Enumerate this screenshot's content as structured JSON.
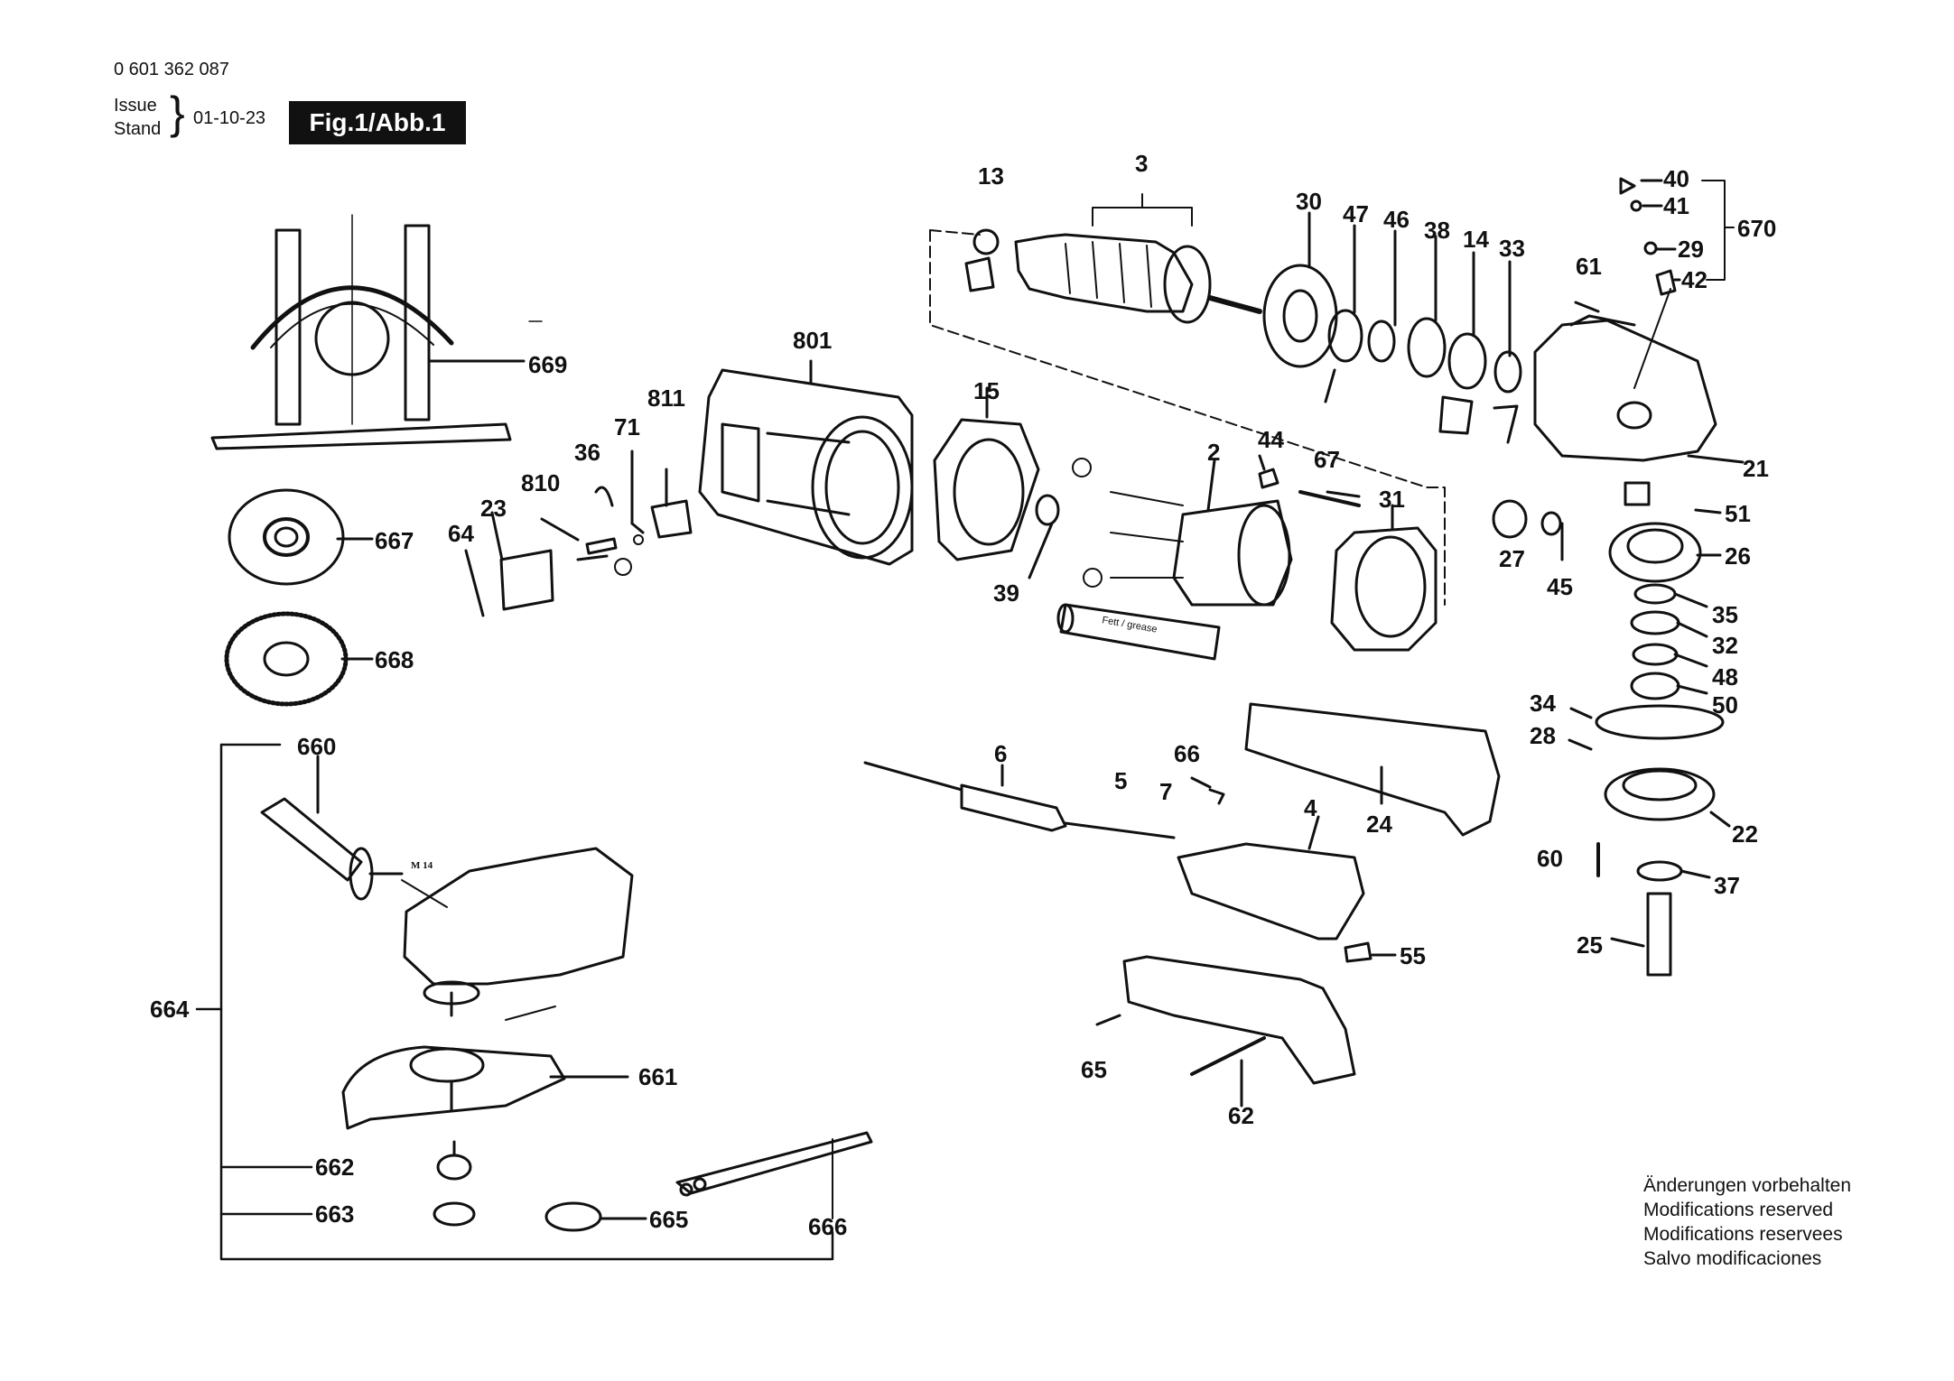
{
  "header": {
    "document_number": "0 601 362 087",
    "issue_label": "Issue",
    "stand_label": "Stand",
    "issue_date": "01-10-23",
    "figure_label": "Fig.1/Abb.1"
  },
  "part_labels": [
    {
      "id": "p13",
      "text": "13"
    },
    {
      "id": "p3",
      "text": "3"
    },
    {
      "id": "p30",
      "text": "30"
    },
    {
      "id": "p47",
      "text": "47"
    },
    {
      "id": "p46",
      "text": "46"
    },
    {
      "id": "p38",
      "text": "38"
    },
    {
      "id": "p14",
      "text": "14"
    },
    {
      "id": "p33",
      "text": "33"
    },
    {
      "id": "p61",
      "text": "61"
    },
    {
      "id": "p40",
      "text": "40"
    },
    {
      "id": "p41",
      "text": "41"
    },
    {
      "id": "p29",
      "text": "29"
    },
    {
      "id": "p42",
      "text": "42"
    },
    {
      "id": "p670",
      "text": "670"
    },
    {
      "id": "p669",
      "text": "669"
    },
    {
      "id": "p801",
      "text": "801"
    },
    {
      "id": "p811",
      "text": "811"
    },
    {
      "id": "p71",
      "text": "71"
    },
    {
      "id": "p36",
      "text": "36"
    },
    {
      "id": "p810",
      "text": "810"
    },
    {
      "id": "p23",
      "text": "23"
    },
    {
      "id": "p64",
      "text": "64"
    },
    {
      "id": "p15",
      "text": "15"
    },
    {
      "id": "p2",
      "text": "2"
    },
    {
      "id": "p44",
      "text": "44"
    },
    {
      "id": "p67",
      "text": "67"
    },
    {
      "id": "p31",
      "text": "31"
    },
    {
      "id": "p39",
      "text": "39"
    },
    {
      "id": "p21",
      "text": "21"
    },
    {
      "id": "p51",
      "text": "51"
    },
    {
      "id": "p27",
      "text": "27"
    },
    {
      "id": "p45",
      "text": "45"
    },
    {
      "id": "p26",
      "text": "26"
    },
    {
      "id": "p35",
      "text": "35"
    },
    {
      "id": "p32",
      "text": "32"
    },
    {
      "id": "p48",
      "text": "48"
    },
    {
      "id": "p34",
      "text": "34"
    },
    {
      "id": "p50",
      "text": "50"
    },
    {
      "id": "p28",
      "text": "28"
    },
    {
      "id": "p22",
      "text": "22"
    },
    {
      "id": "p60",
      "text": "60"
    },
    {
      "id": "p37",
      "text": "37"
    },
    {
      "id": "p25",
      "text": "25"
    },
    {
      "id": "p667",
      "text": "667"
    },
    {
      "id": "p668",
      "text": "668"
    },
    {
      "id": "p660",
      "text": "660"
    },
    {
      "id": "p664",
      "text": "664"
    },
    {
      "id": "p661",
      "text": "661"
    },
    {
      "id": "p662",
      "text": "662"
    },
    {
      "id": "p663",
      "text": "663"
    },
    {
      "id": "p665",
      "text": "665"
    },
    {
      "id": "p666",
      "text": "666"
    },
    {
      "id": "p6",
      "text": "6"
    },
    {
      "id": "p5",
      "text": "5"
    },
    {
      "id": "p66",
      "text": "66"
    },
    {
      "id": "p7",
      "text": "7"
    },
    {
      "id": "p4",
      "text": "4"
    },
    {
      "id": "p24",
      "text": "24"
    },
    {
      "id": "p55",
      "text": "55"
    },
    {
      "id": "p65",
      "text": "65"
    },
    {
      "id": "p62",
      "text": "62"
    }
  ],
  "thread_marking": "M 14",
  "grease_tube_text": "Fett / grease",
  "notice_lines": [
    "Änderungen vorbehalten",
    "Modifications reserved",
    "Modifications reservees",
    "Salvo modificaciones"
  ]
}
